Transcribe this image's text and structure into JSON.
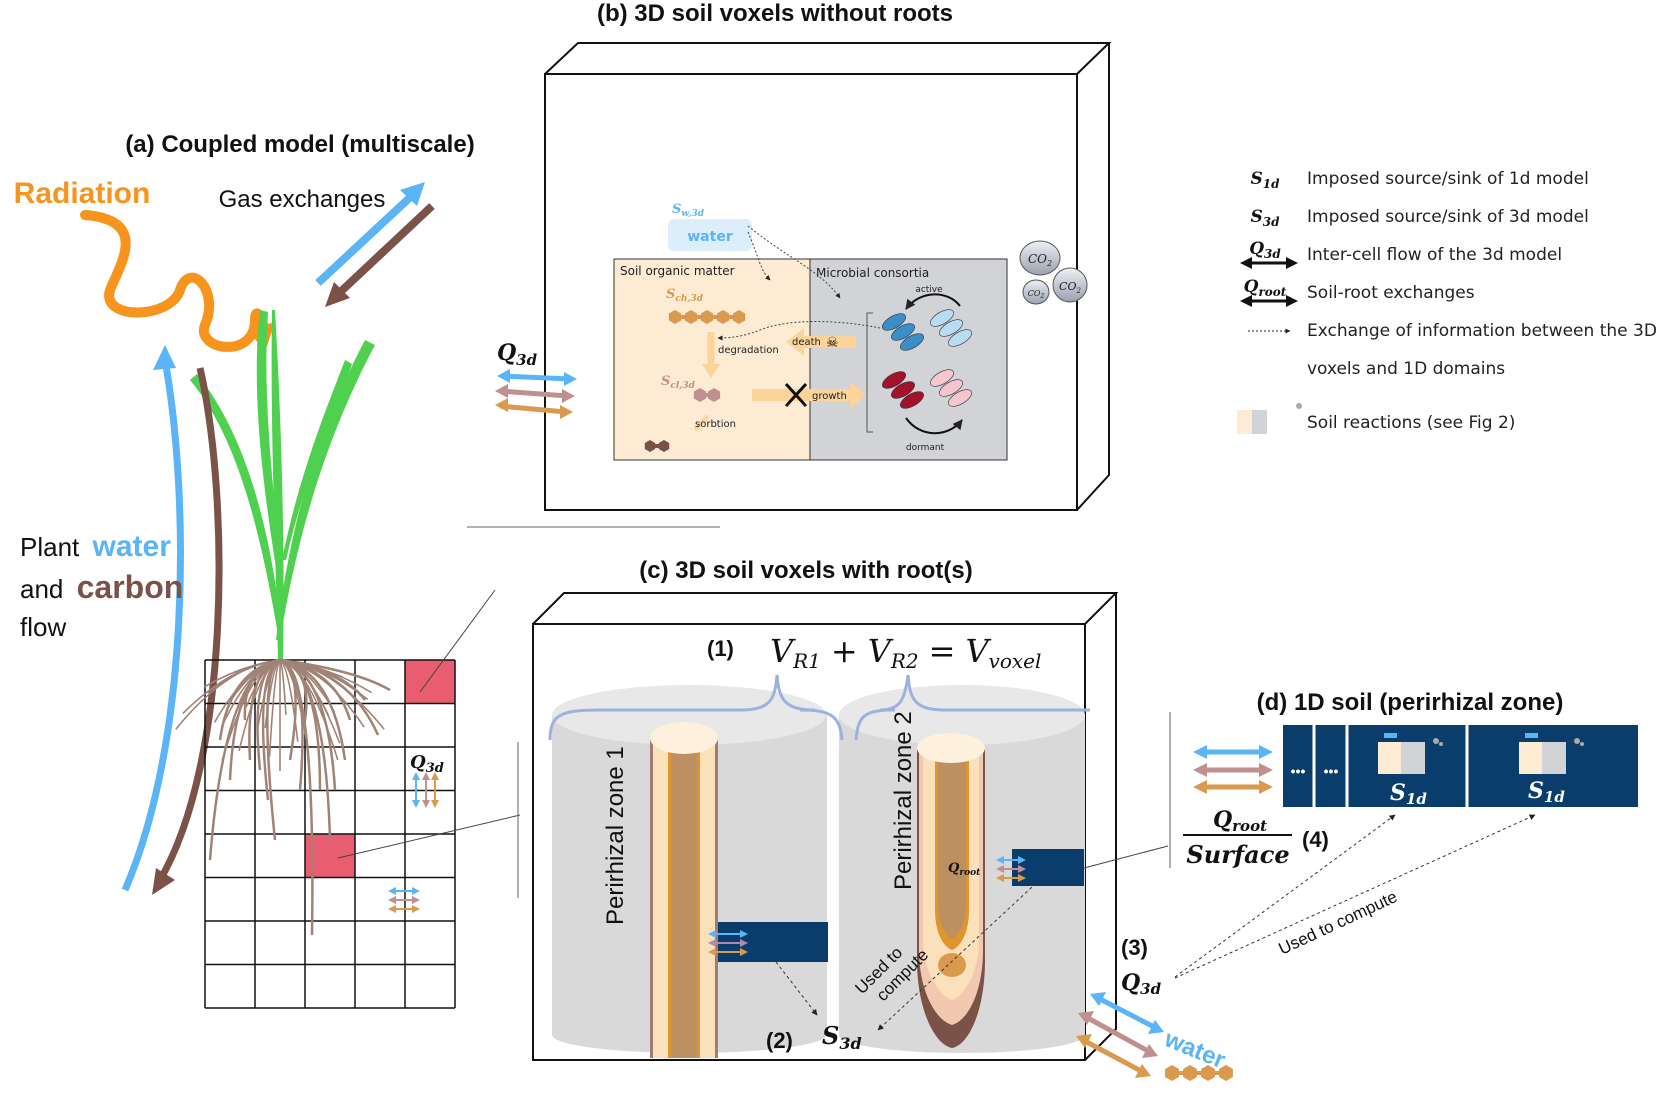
{
  "colors": {
    "water": "#5ab4f5",
    "carbon": "#7a5248",
    "radiation": "#f7941d",
    "leaf": "#4fd14f",
    "root": "#a08276",
    "selected_voxel": "#e85d70",
    "navy": "#0a3d6b",
    "som_bg": "#fdebd3",
    "microbe_bg": "#d1d3d6",
    "arrow_pink": "#c09090",
    "arrow_tan": "#d99a4e",
    "brace": "#9db1e0",
    "cylinder": "#d9d9d9"
  },
  "panel_a": {
    "title": "(a) Coupled model (multiscale)",
    "radiation_label": "Radiation",
    "gas_label": "Gas exchanges",
    "flow_line1_prefix": "Plant",
    "flow_line1_em": "water",
    "flow_line2_prefix": "and",
    "flow_line2_em": "carbon",
    "flow_line3": "flow",
    "grid_q_label": "Q",
    "grid_q_sub": "3d"
  },
  "panel_b": {
    "title": "(b) 3D soil voxels without roots",
    "q_label": "Q",
    "q_sub": "3d",
    "water_source": "S",
    "water_source_sub": "w,3d",
    "water_box": "water",
    "som_label": "Soil organic matter",
    "microbe_label": "Microbial consortia",
    "sch": "S",
    "sch_sub": "ch,3d",
    "scl": "S",
    "scl_sub": "cl,3d",
    "degradation": "degradation",
    "death": "death",
    "growth": "growth",
    "sorbtion": "sorbtion",
    "active": "active",
    "dormant": "dormant",
    "co2": "CO",
    "co2_sub": "2"
  },
  "panel_c": {
    "title": "(c) 3D soil voxels with root(s)",
    "eq_num": "(1)",
    "eq_v": "V",
    "eq_r1": "R1",
    "eq_plus": "+",
    "eq_r2": "R2",
    "eq_equals": "=",
    "eq_voxel": "voxel",
    "zone1": "Perirhizal zone 1",
    "zone2": "Perirhizal zone 2",
    "q_root": "Q",
    "q_root_sub": "root",
    "used_line1": "Used to",
    "used_line2": "compute",
    "s3d_num": "(2)",
    "s3d": "S",
    "s3d_sub": "3d"
  },
  "panel_d": {
    "title": "(d) 1D soil (perirhizal zone)",
    "dots": "•••",
    "s1d": "S",
    "s1d_sub": "1d",
    "fraction_num": "Q",
    "fraction_num_sub": "root",
    "fraction_den": "Surface",
    "fraction_num_label": "(4)",
    "q3d_num": "(3)",
    "q3d": "Q",
    "q3d_sub": "3d",
    "used_to_compute": "Used to compute",
    "water_label": "water"
  },
  "legend": {
    "items": [
      {
        "symbol": "S",
        "sub": "1d",
        "text": "Imposed source/sink of 1d model"
      },
      {
        "symbol": "S",
        "sub": "3d",
        "text": "Imposed source/sink of 3d model"
      },
      {
        "symbol": "Q",
        "sub": "3d",
        "text": "Inter-cell flow of the 3d model"
      },
      {
        "symbol": "Q",
        "sub": "root",
        "text": "Soil-root exchanges"
      },
      {
        "symbol": "",
        "sub": "",
        "text": "Exchange of information between the 3D"
      },
      {
        "symbol": "",
        "sub": "",
        "text": "voxels and 1D domains"
      },
      {
        "symbol": "",
        "sub": "",
        "text": "Soil reactions (see Fig 2)"
      }
    ]
  }
}
